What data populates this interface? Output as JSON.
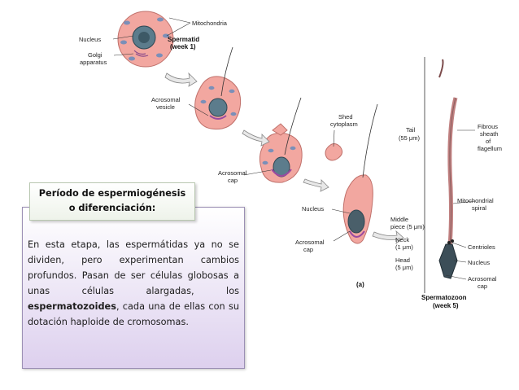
{
  "diagram": {
    "labels": {
      "mitochondria": "Mitochondria",
      "nucleus_1": "Nucleus",
      "spermatid_1": "Spermatid",
      "spermatid_2": "(week 1)",
      "golgi_1": "Golgi",
      "golgi_2": "apparatus",
      "acrosomal_vesicle_1": "Acrosomal",
      "acrosomal_vesicle_2": "vesicle",
      "shed_1": "Shed",
      "shed_2": "cytoplasm",
      "acrosomal_cap_1": "Acrosomal",
      "acrosomal_cap_2": "cap",
      "nucleus_2": "Nucleus",
      "acrosomal_cap_b1": "Acrosomal",
      "acrosomal_cap_b2": "cap",
      "panel_letter": "(a)",
      "tail_1": "Tail",
      "tail_2": "(55 μm)",
      "fibrous_1": "Fibrous",
      "fibrous_2": "sheath",
      "fibrous_3": "of",
      "fibrous_4": "flagellum",
      "mito_spiral_1": "Mitochondrial",
      "mito_spiral_2": "spiral",
      "middle_1": "Middle",
      "middle_2": "piece (5 μm)",
      "neck_1": "Neck",
      "neck_2": "(1 μm)",
      "head_1": "Head",
      "head_2": "(5 μm)",
      "centrioles": "Centrioles",
      "nucleus_3": "Nucleus",
      "acrosomal_cap_c1": "Acrosomal",
      "acrosomal_cap_c2": "cap",
      "spermatozoon_1": "Spermatozoon",
      "spermatozoon_2": "(week 5)"
    }
  },
  "info_box": {
    "title_line1": "Período de espermiogénesis",
    "title_line2": "o diferenciación:",
    "text_part1": "En esta etapa, las espermátidas ya no se dividen, pero experimentan cambios profundos.     Pasan de ser células globosas a unas células alargadas, los ",
    "text_bold": "espermatozoides",
    "text_part2": ", cada una de ellas con su dotación haploide de cromosomas."
  }
}
